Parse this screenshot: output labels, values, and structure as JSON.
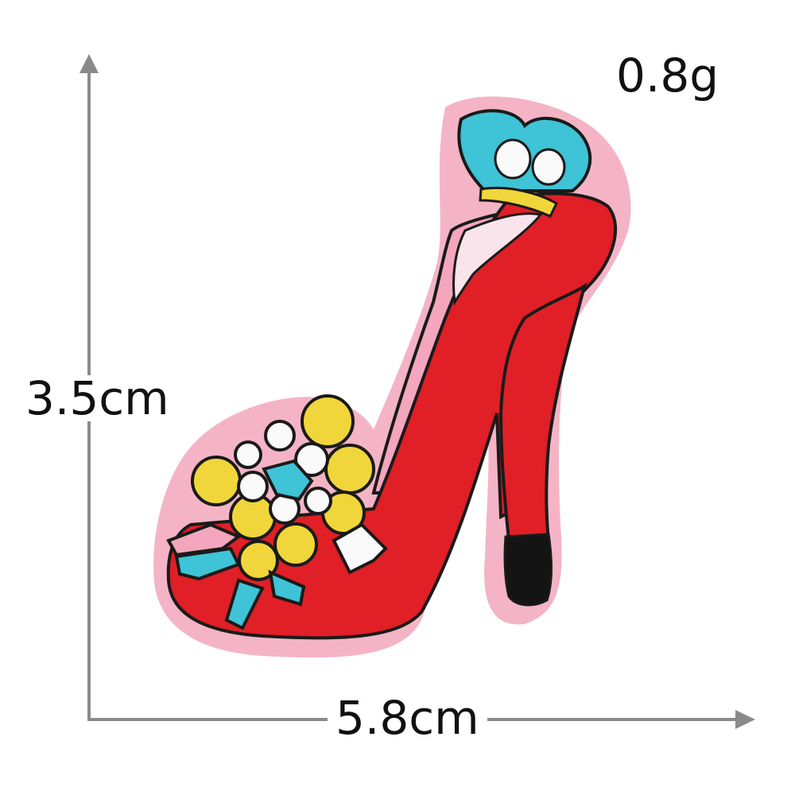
{
  "product_image": {
    "subject": "embroidered-high-heel-shoe-patch",
    "colors": {
      "backing": "#f4b4c6",
      "shoe": "#e01f26",
      "shoe_light": "#f3a6bd",
      "flower_yellow": "#f0d63a",
      "flower_cyan": "#3fc3d6",
      "flower_white": "#fafafa",
      "heel_tip": "#141414",
      "outline": "#1a1a1a"
    }
  },
  "dimensions": {
    "weight": "0.8g",
    "height": "3.5cm",
    "width": "5.8cm",
    "arrow_color": "#8a8a8a"
  }
}
